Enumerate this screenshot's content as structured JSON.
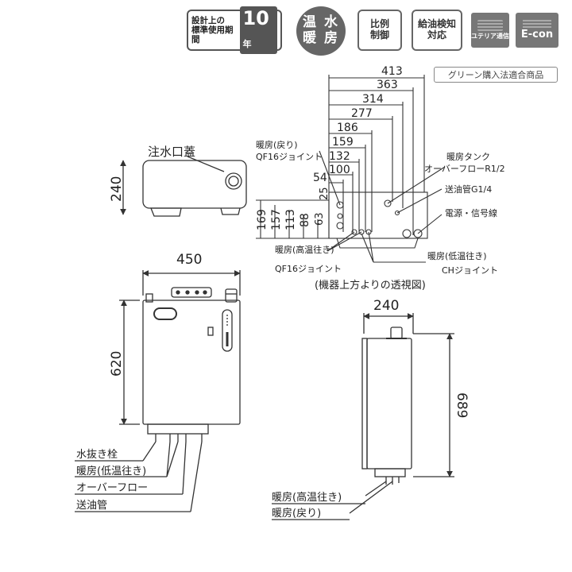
{
  "badges": {
    "life_line1": "設計上の",
    "life_line2": "標準使用期間",
    "life_years": "10",
    "life_unit": "年",
    "heat_top": "温 水",
    "heat_bottom": "暖 房",
    "prop_line1": "比例",
    "prop_line2": "制御",
    "check_line1": "給油検知",
    "check_line2": "対応",
    "lng_label": "ユテリア通信",
    "econ_label": "E-con"
  },
  "green_label": "グリーン購入法適合商品",
  "top_view": {
    "water_inlet_cover": "注水口蓋",
    "depth": "240"
  },
  "overhead": {
    "width_dims": [
      "413",
      "363",
      "314",
      "277",
      "186",
      "159",
      "132",
      "100",
      "54",
      "25"
    ],
    "height_dims": [
      "169",
      "157",
      "113",
      "88",
      "63"
    ],
    "label_return": "暖房(戻り)",
    "label_return_joint": "QF16ジョイント",
    "label_hot_high": "暖房(高温往き)",
    "label_hot_high_joint": "QF16ジョイント",
    "label_tank": "暖房タンク",
    "label_overflow": "オーバーフローR1/2",
    "label_oil_pipe": "送油管G1/4",
    "label_power": "電源・信号線",
    "label_low": "暖房(低温往き)",
    "label_ch_joint": "CHジョイント",
    "caption": "(機器上方よりの透視図)"
  },
  "front_view": {
    "width": "450",
    "height": "620",
    "label_drain": "水抜き栓",
    "label_low": "暖房(低温往き)",
    "label_overflow": "オーバーフロー",
    "label_oil": "送油管"
  },
  "side_view": {
    "depth": "240",
    "height": "689",
    "label_high": "暖房(高温往き)",
    "label_return": "暖房(戻り)"
  }
}
